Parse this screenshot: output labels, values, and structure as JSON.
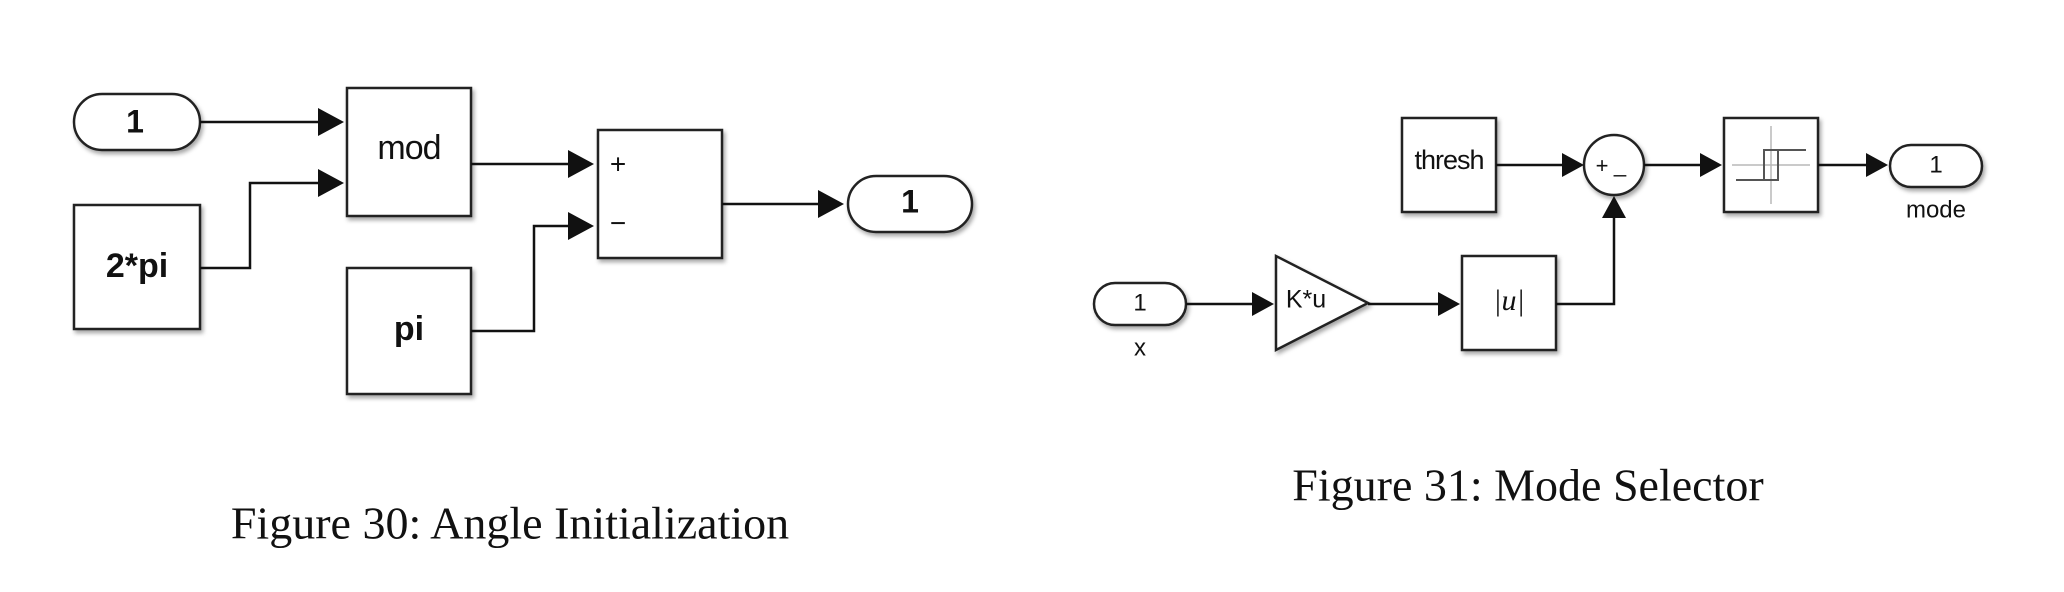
{
  "figure30": {
    "caption": "Figure 30: Angle Initialization",
    "inport_label": "1",
    "const_2pi": "2*pi",
    "const_pi": "pi",
    "mod_label": "mod",
    "sum_plus": "+",
    "sum_minus": "−",
    "outport_label": "1"
  },
  "figure31": {
    "caption": "Figure 31: Mode Selector",
    "const_thresh": "thresh",
    "sum_plus": "+",
    "sum_minus": "_",
    "outport_label": "1",
    "outport_name": "mode",
    "inport_label": "1",
    "inport_name": "x",
    "gain_label": "K*u",
    "abs_label": "|u|"
  }
}
